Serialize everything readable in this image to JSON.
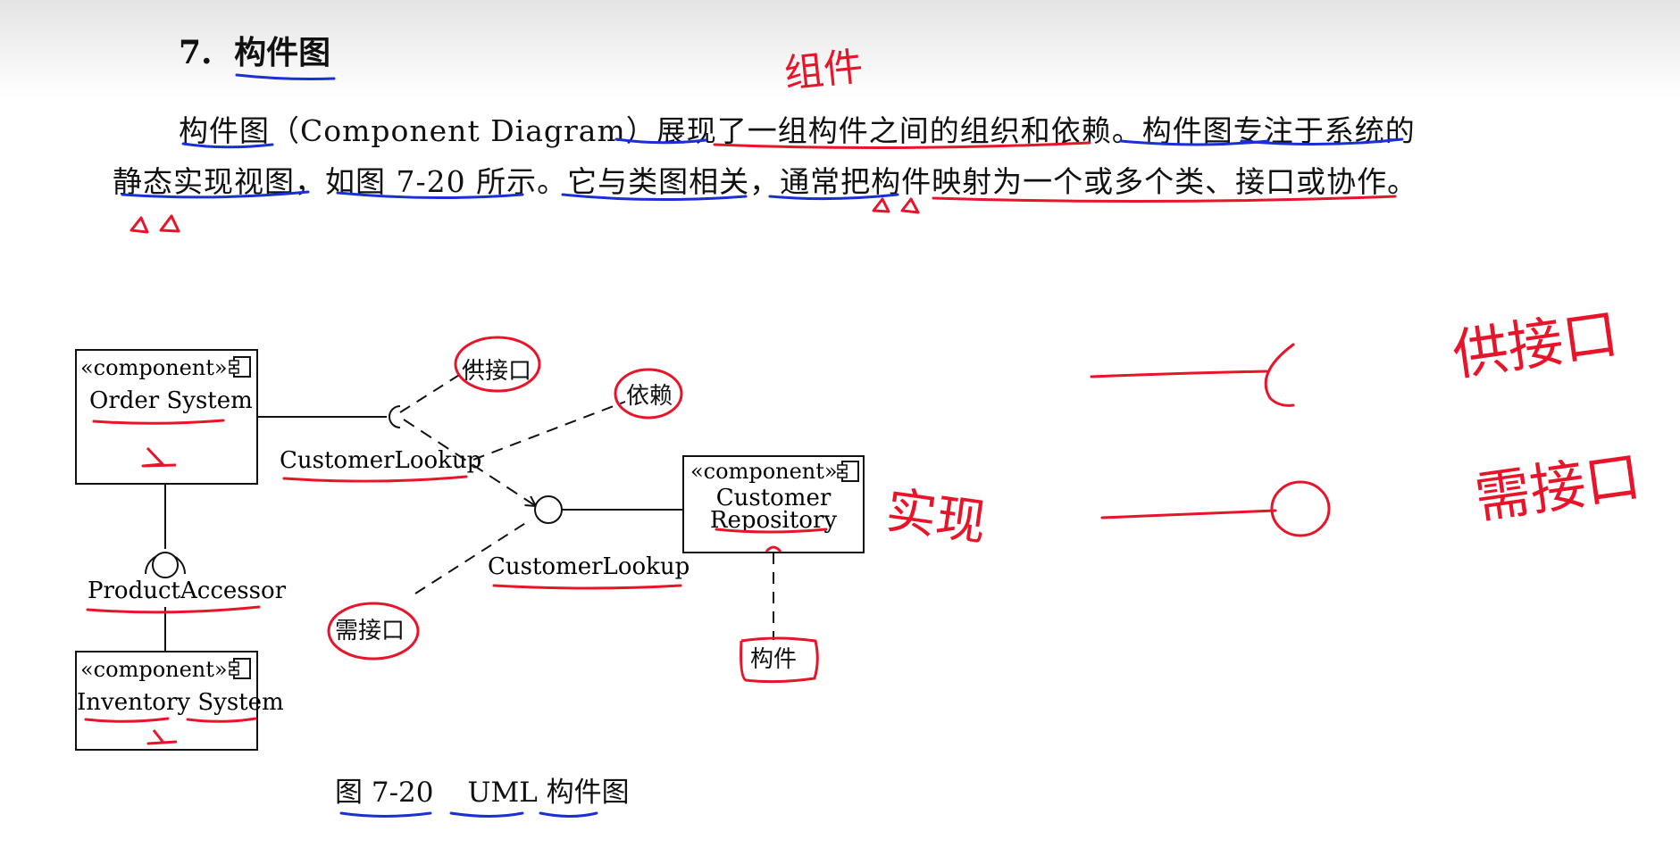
{
  "heading": {
    "number": "7.",
    "title": "构件图"
  },
  "paragraph": {
    "line1": "构件图（Component Diagram）展现了一组构件之间的组织和依赖。构件图专注于系统的",
    "line2": "静态实现视图，如图 7-20 所示。它与类图相关，通常把构件映射为一个或多个类、接口或协作。"
  },
  "diagram": {
    "components": [
      {
        "stereotype": "«component»",
        "name": "Order System"
      },
      {
        "stereotype": "«component»",
        "name_line1": "Customer",
        "name_line2": "Repository"
      },
      {
        "stereotype": "«component»",
        "name": "Inventory System"
      }
    ],
    "interfaces": {
      "lookup_top": "CustomerLookup",
      "lookup_bottom": "CustomerLookup",
      "product": "ProductAccessor"
    }
  },
  "caption": {
    "figure": "图 7-20",
    "title": "UML 构件图"
  },
  "annotations": {
    "above_title": "组件",
    "provided": "供接口",
    "dependency": "依赖",
    "required": "需接口",
    "component": "构件",
    "side_collab": "实现",
    "legend_provided": "供接口",
    "legend_required": "需接口"
  },
  "colors": {
    "red_ink": "#e8142a",
    "blue_ink": "#1a2fd6",
    "text": "#111111"
  }
}
